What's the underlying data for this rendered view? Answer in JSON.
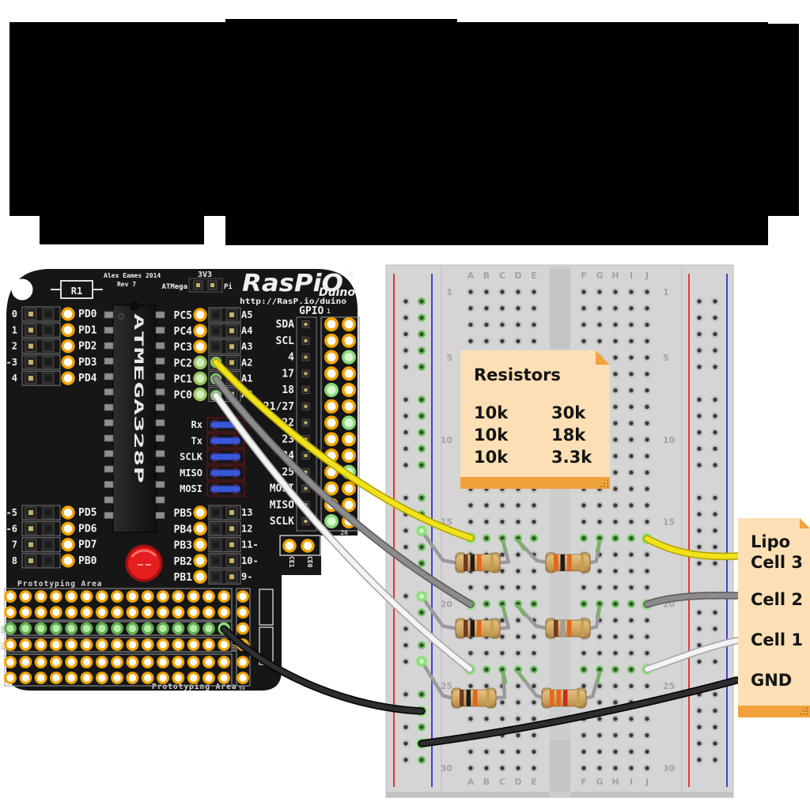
{
  "diagram_type": "breadboard-wiring-diagram",
  "raspio": {
    "credit": "Alex Eames 2014",
    "rev": "Rev 7",
    "atmega_jumper_label": "ATMega",
    "v33_label": "3V3",
    "pi_label": "Pi",
    "r1_label": "R1",
    "logo": "RasPiO",
    "registered": "®",
    "logo_sub": "Duino",
    "url": "http://RasP.io/duino",
    "chip_label": "ATMEGA328P",
    "left_top_rows": [
      {
        "num": "0",
        "label": "PD0"
      },
      {
        "num": "1",
        "label": "PD1"
      },
      {
        "num": "2",
        "label": "PD2"
      },
      {
        "num": "-3",
        "label": "PD3"
      },
      {
        "num": "4",
        "label": "PD4"
      }
    ],
    "left_bottom_rows": [
      {
        "num": "-5",
        "label": "PD5"
      },
      {
        "num": "-6",
        "label": "PD6"
      },
      {
        "num": "7",
        "label": "PD7"
      },
      {
        "num": "8",
        "label": "PB0"
      }
    ],
    "right_top_rows": [
      {
        "label": "PC5",
        "alt": "A5",
        "state": "orange"
      },
      {
        "label": "PC4",
        "alt": "A4",
        "state": "orange"
      },
      {
        "label": "PC3",
        "alt": "A3",
        "state": "orange"
      },
      {
        "label": "PC2",
        "alt": "A2",
        "state": "green"
      },
      {
        "label": "PC1",
        "alt": "A1",
        "state": "green"
      },
      {
        "label": "PC0",
        "alt": "A0",
        "state": "green"
      }
    ],
    "right_bottom_rows": [
      {
        "label": "PB5",
        "alt": "13",
        "state": "orange"
      },
      {
        "label": "PB4",
        "alt": "12",
        "state": "orange"
      },
      {
        "label": "PB3",
        "alt": "11-",
        "state": "orange"
      },
      {
        "label": "PB2",
        "alt": "10-",
        "state": "orange"
      },
      {
        "label": "PB1",
        "alt": "9-",
        "state": "orange"
      }
    ],
    "spi_labels": [
      "Rx",
      "Tx",
      "SCLK",
      "MISO",
      "MOSI"
    ],
    "gpio_title": "GPIO",
    "gpio_pin_first": "1",
    "gpio_pin_last": "26",
    "gpio_labels": [
      "SDA",
      "SCL",
      "4",
      "17",
      "18",
      "21/27",
      "22",
      "23",
      "24",
      "25",
      "MOSI",
      "MISO",
      "SCLK"
    ],
    "gpio_green_holes": [
      [
        2,
        1
      ],
      [
        4,
        0
      ],
      [
        6,
        1
      ],
      [
        9,
        1
      ],
      [
        12,
        0
      ]
    ],
    "ce_labels": [
      "CE1",
      "CE0"
    ],
    "proto_label": "Prototyping Area",
    "label_5v": "5V",
    "label_gnd": "GND",
    "label_3v3": "3V3"
  },
  "breadboard": {
    "columns_left": [
      "A",
      "B",
      "C",
      "D",
      "E"
    ],
    "columns_right": [
      "F",
      "G",
      "H",
      "I",
      "J"
    ],
    "row_numbers": [
      "1",
      "5",
      "10",
      "15",
      "20",
      "25",
      "30"
    ],
    "green_rows": [
      16,
      20,
      24
    ]
  },
  "resistors": [
    {
      "value": "10k",
      "row": 16,
      "side": "left",
      "bands": [
        "brown",
        "black",
        "orange",
        "gold"
      ]
    },
    {
      "value": "30k",
      "row": 16,
      "side": "right",
      "bands": [
        "orange",
        "black",
        "orange",
        "gold"
      ]
    },
    {
      "value": "10k",
      "row": 20,
      "side": "left",
      "bands": [
        "brown",
        "black",
        "orange",
        "gold"
      ]
    },
    {
      "value": "18k",
      "row": 20,
      "side": "right",
      "bands": [
        "brown",
        "gray",
        "orange",
        "gold"
      ]
    },
    {
      "value": "10k",
      "row": 24,
      "side": "left",
      "bands": [
        "brown",
        "black",
        "orange",
        "gold"
      ]
    },
    {
      "value": "3.3k",
      "row": 24,
      "side": "right",
      "bands": [
        "orange",
        "orange",
        "red",
        "gold"
      ]
    }
  ],
  "wires": [
    {
      "id": "yellow-pc2-to-a16",
      "color": "yellow"
    },
    {
      "id": "gray-pc1-to-a20",
      "color": "gray"
    },
    {
      "id": "white-pc0-to-a24",
      "color": "white"
    },
    {
      "id": "black-gnd-to-rail",
      "color": "black"
    },
    {
      "id": "yellow-j16-to-cell3",
      "color": "yellow"
    },
    {
      "id": "gray-j20-to-cell2",
      "color": "gray"
    },
    {
      "id": "white-j24-to-cell1",
      "color": "white"
    },
    {
      "id": "black-rail-to-gnd",
      "color": "black"
    }
  ],
  "notes": {
    "resistors": {
      "title": "Resistors",
      "rows": [
        [
          "10k",
          "30k"
        ],
        [
          "10k",
          "18k"
        ],
        [
          "10k",
          "3.3k"
        ]
      ]
    },
    "lipo": {
      "lines": [
        "Lipo",
        "Cell 3",
        "Cell 2",
        "Cell 1",
        "GND"
      ]
    }
  },
  "colors": {
    "board_black": "#161616",
    "breadboard_bg": "#d5d5d5",
    "rail_red": "#e23a2e",
    "rail_blue": "#3946cf",
    "pad_orange": "#f0a400",
    "green_ring": "#74c464",
    "green_bright": "#8ee27a",
    "note_bg": "#fcdfb4",
    "note_accent": "#f1a33b",
    "wire_yellow": "#f2e21e",
    "wire_gray": "#8c8c8c",
    "wire_white": "#f4f4f4",
    "wire_black": "#2e2e2e",
    "resistor_body": "#d4aa66",
    "lead_gray": "#9a9a9a",
    "band_colors": {
      "brown": "#6f3c22",
      "black": "#1c1c1c",
      "orange": "#e2661c",
      "gray": "#9c9c9c",
      "red": "#c33026",
      "gold": "#c2a24e"
    }
  }
}
